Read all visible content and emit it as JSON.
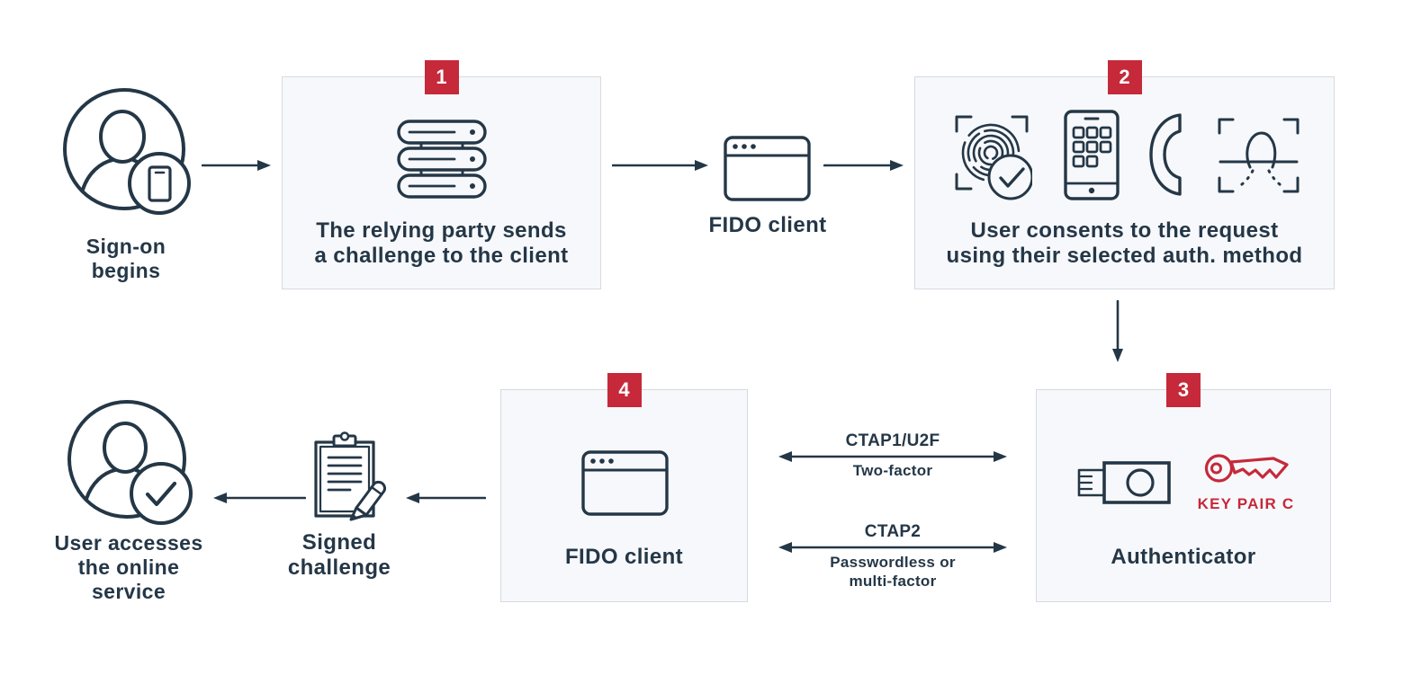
{
  "palette": {
    "navy": "#243747",
    "red": "#c5293a",
    "box_bg": "#f7f8fb",
    "box_border": "#d5dbe0",
    "canvas_bg": "#ffffff"
  },
  "signon": {
    "line1": "Sign-on",
    "line2": "begins"
  },
  "step1": {
    "badge": "1",
    "line1": "The relying party sends",
    "line2": "a challenge to the client"
  },
  "fido_client_top": {
    "label": "FIDO client"
  },
  "step2": {
    "badge": "2",
    "line1": "User consents to the request",
    "line2": "using their selected auth. method"
  },
  "step3": {
    "badge": "3",
    "key_pair": "KEY PAIR C",
    "label": "Authenticator"
  },
  "step4": {
    "badge": "4",
    "label": "FIDO client"
  },
  "ctap1": {
    "title": "CTAP1/U2F",
    "subtitle": "Two-factor"
  },
  "ctap2": {
    "title": "CTAP2",
    "subtitle_line1": "Passwordless or",
    "subtitle_line2": "multi-factor"
  },
  "signed_challenge": {
    "line1": "Signed",
    "line2": "challenge"
  },
  "user_access": {
    "line1": "User accesses",
    "line2": "the online",
    "line3": "service"
  },
  "icons": {
    "signon": "user-with-phone-icon",
    "step1": "server-stack-icon",
    "fido_client": "browser-window-icon",
    "step2": [
      "fingerprint-check-icon",
      "smartphone-keypad-icon",
      "phone-handset-icon",
      "face-scan-icon"
    ],
    "step3": [
      "usb-security-key-icon",
      "key-icon"
    ],
    "signed_challenge": "clipboard-pencil-icon",
    "user_access": "user-with-check-icon"
  }
}
